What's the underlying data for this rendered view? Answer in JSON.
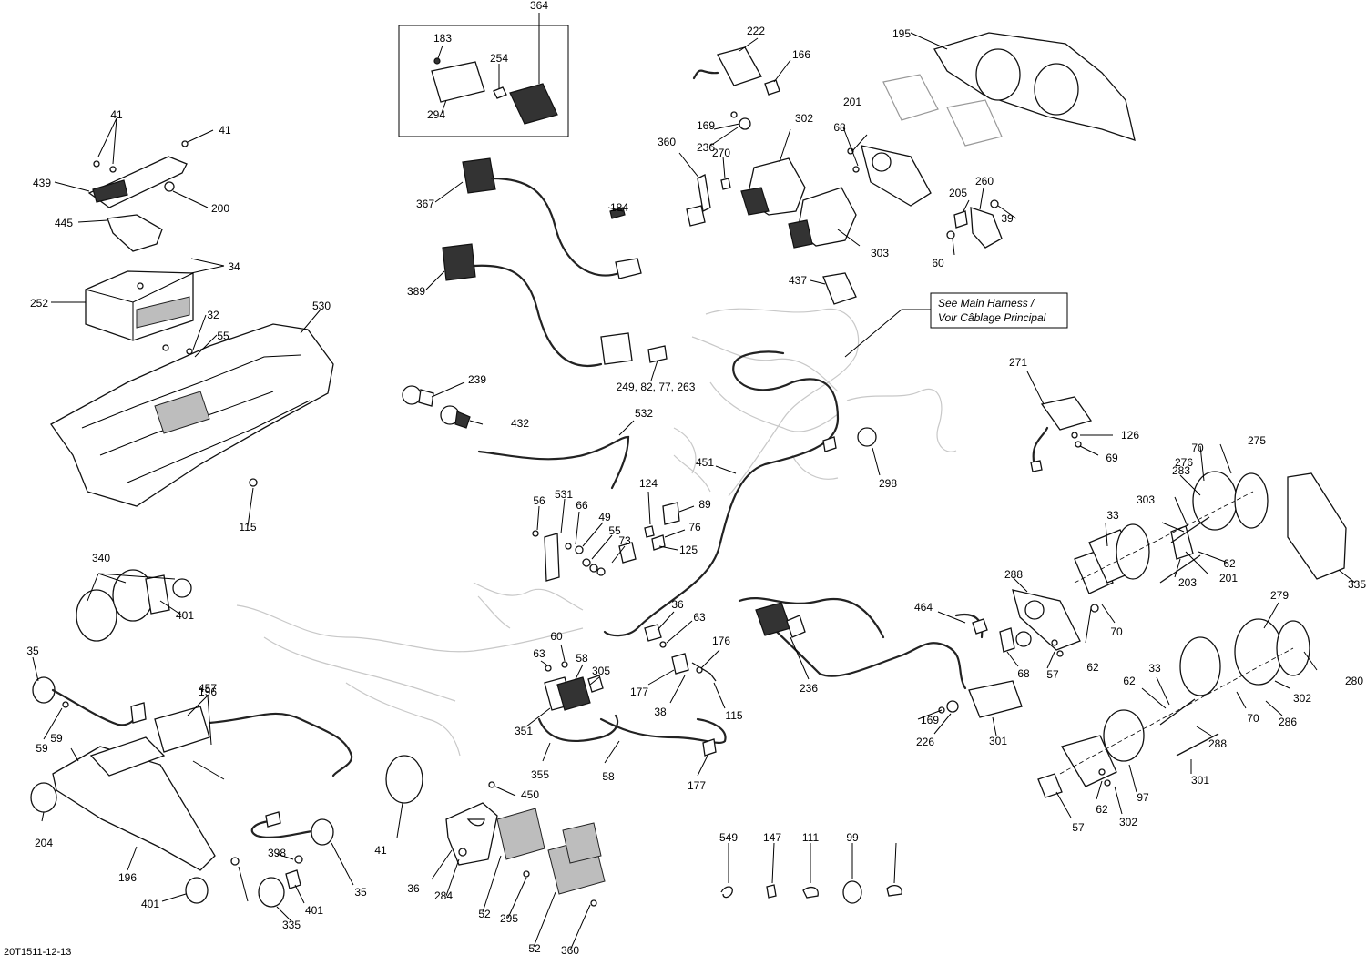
{
  "diagram": {
    "drawing_code": "20T1511-12-13",
    "note": {
      "line1": "See Main Harness /",
      "line2": "Voir Câblage Principal"
    },
    "callouts": [
      "364",
      "183",
      "254",
      "294",
      "222",
      "166",
      "169",
      "236",
      "270",
      "360",
      "302",
      "68",
      "201",
      "195",
      "303",
      "205",
      "260",
      "39",
      "60",
      "41",
      "41",
      "439",
      "200",
      "445",
      "34",
      "252",
      "530",
      "32",
      "55",
      "367",
      "184",
      "389",
      "437",
      "249, 82, 77, 263",
      "239",
      "432",
      "532",
      "451",
      "298",
      "271",
      "126",
      "69",
      "115",
      "56",
      "531",
      "66",
      "49",
      "55",
      "73",
      "124",
      "89",
      "76",
      "125",
      "70",
      "276",
      "275",
      "283",
      "303",
      "33",
      "62",
      "201",
      "288",
      "203",
      "335",
      "340",
      "401",
      "35",
      "59",
      "457",
      "59",
      "196",
      "204",
      "196",
      "401",
      "35",
      "398",
      "401",
      "335",
      "41",
      "60",
      "63",
      "58",
      "305",
      "351",
      "355",
      "58",
      "177",
      "36",
      "63",
      "176",
      "177",
      "38",
      "115",
      "450",
      "36",
      "284",
      "52",
      "295",
      "52",
      "360",
      "464",
      "236",
      "169",
      "226",
      "301",
      "68",
      "57",
      "62",
      "70",
      "279",
      "280",
      "302",
      "70",
      "286",
      "62",
      "33",
      "288",
      "301",
      "57",
      "62",
      "302",
      "97",
      "549",
      "147",
      "111",
      "99"
    ]
  }
}
